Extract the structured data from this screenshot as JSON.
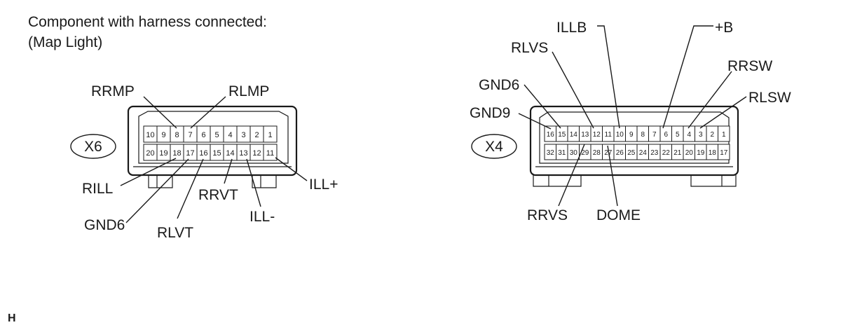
{
  "header": {
    "line1": "Component with harness connected:",
    "line2": "(Map Light)"
  },
  "connector_x6": {
    "id": "X6",
    "top_row": [
      "10",
      "9",
      "8",
      "7",
      "6",
      "5",
      "4",
      "3",
      "2",
      "1"
    ],
    "bottom_row": [
      "20",
      "19",
      "18",
      "17",
      "16",
      "15",
      "14",
      "13",
      "12",
      "11"
    ],
    "labels": {
      "rrmp": "RRMP",
      "rlmp": "RLMP",
      "rill": "RILL",
      "gnd6": "GND6",
      "rlvt": "RLVT",
      "rrvt": "RRVT",
      "ill_minus": "ILL-",
      "ill_plus": "ILL+"
    }
  },
  "connector_x4": {
    "id": "X4",
    "top_row": [
      "16",
      "15",
      "14",
      "13",
      "12",
      "11",
      "10",
      "9",
      "8",
      "7",
      "6",
      "5",
      "4",
      "3",
      "2",
      "1"
    ],
    "bottom_row": [
      "32",
      "31",
      "30",
      "29",
      "28",
      "27",
      "26",
      "25",
      "24",
      "23",
      "22",
      "21",
      "20",
      "19",
      "18",
      "17"
    ],
    "labels": {
      "illb": "ILLB",
      "plus_b": "+B",
      "rlvs": "RLVS",
      "rrsw": "RRSW",
      "gnd6": "GND6",
      "rlsw": "RLSW",
      "gnd9": "GND9",
      "rrvs": "RRVS",
      "dome": "DOME"
    }
  },
  "footer": {
    "mark": "H"
  }
}
